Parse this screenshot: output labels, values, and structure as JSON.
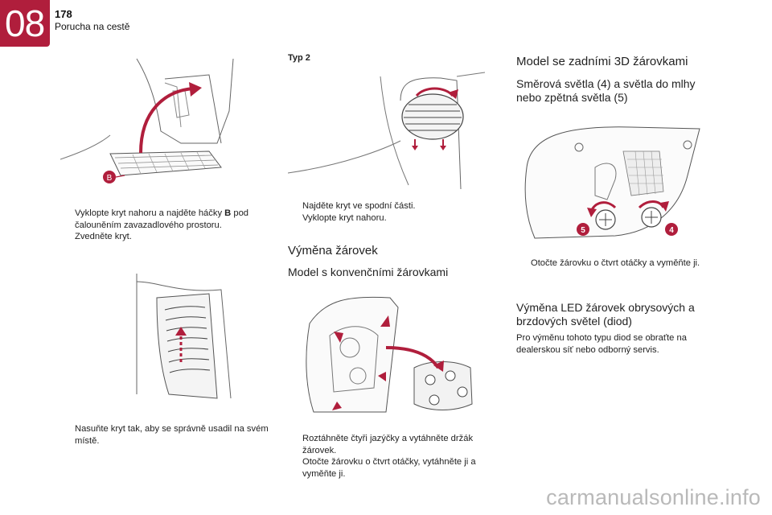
{
  "header": {
    "chapter": "08",
    "page_number": "178",
    "section": "Porucha na cestě"
  },
  "col1": {
    "bullets_top": [
      {
        "prefix": "Vyklopte kryt nahoru a najděte háčky ",
        "bold": "B",
        "suffix": " pod čalouněním zavazadlového prostoru."
      },
      {
        "text": "Zvedněte kryt."
      }
    ],
    "illus_top_label": "B",
    "bullets_bottom": [
      {
        "text": "Nasuňte kryt tak, aby se správně usadil na svém místě."
      }
    ]
  },
  "col2": {
    "typ": "Typ 2",
    "bullets_top": [
      {
        "text": "Najděte kryt ve spodní části."
      },
      {
        "text": "Vyklopte kryt nahoru."
      }
    ],
    "heading_main": "Výměna žárovek",
    "heading_sub": "Model s konvenčními žárovkami",
    "bullets_bottom": [
      {
        "text": "Roztáhněte čtyři jazýčky a vytáhněte držák žárovek."
      },
      {
        "text": "Otočte žárovku o čtvrt otáčky, vytáhněte ji a vyměňte ji."
      }
    ]
  },
  "col3": {
    "heading_1": "Model se zadními 3D žárovkami",
    "heading_2": "Směrová světla (4) a světla do mlhy nebo zpětná světla (5)",
    "callout_5": "5",
    "callout_4": "4",
    "bullets": [
      {
        "text": "Otočte žárovku o čtvrt otáčky a vyměňte ji."
      }
    ],
    "heading_3": "Výměna LED žárovek obrysových a brzdových světel (diod)",
    "paragraph": "Pro výměnu tohoto typu diod se obraťte na dealerskou síť nebo odborný servis."
  },
  "bullet_mark": "",
  "watermark": "carmanualsonline.info",
  "colors": {
    "brand": "#b01e3c",
    "line": "#555555",
    "watermark": "#b9b9b9"
  }
}
